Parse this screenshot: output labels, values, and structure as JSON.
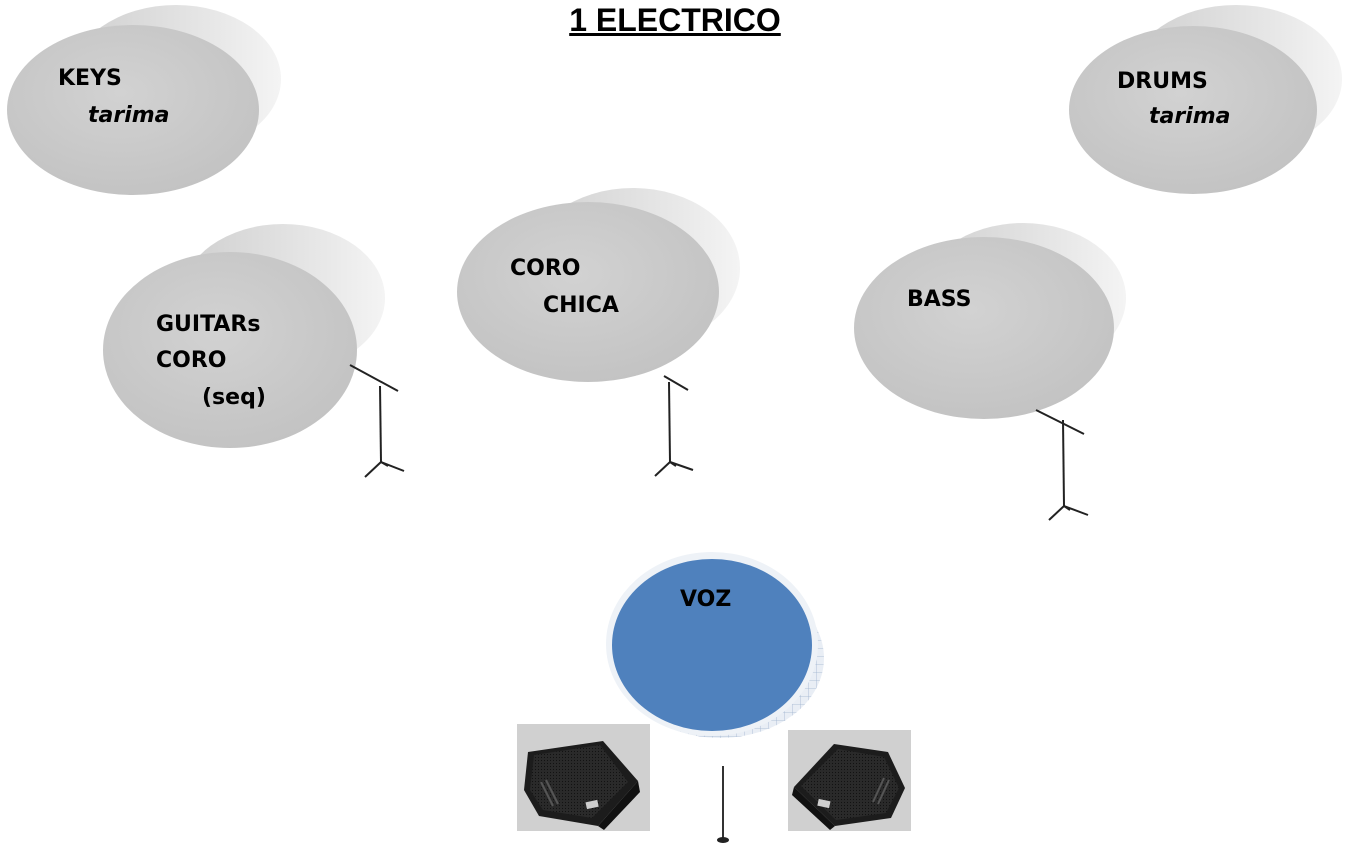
{
  "title": "1 ELECTRICO",
  "platforms": {
    "keys": {
      "name": "KEYS",
      "sub": "tarima"
    },
    "drums": {
      "name": "DRUMS",
      "sub": "tarima"
    },
    "guitars": {
      "line1": "GUITARs",
      "line2": "CORO",
      "line3": "(seq)"
    },
    "coro_chica": {
      "line1": "CORO",
      "line2": "CHICA"
    },
    "bass": {
      "name": "BASS"
    },
    "voz": {
      "name": "VOZ"
    }
  },
  "colors": {
    "platform_fill": "#c9c9c9",
    "platform_side": "#d9d9d9",
    "voz_fill": "#4f81bd",
    "voz_rim": "#dfe7f1",
    "monitor_bg": "#d0d0d0",
    "monitor_body": "#2b2b2b"
  },
  "icons": [
    "mic-stand-icon",
    "stage-monitor-icon"
  ]
}
